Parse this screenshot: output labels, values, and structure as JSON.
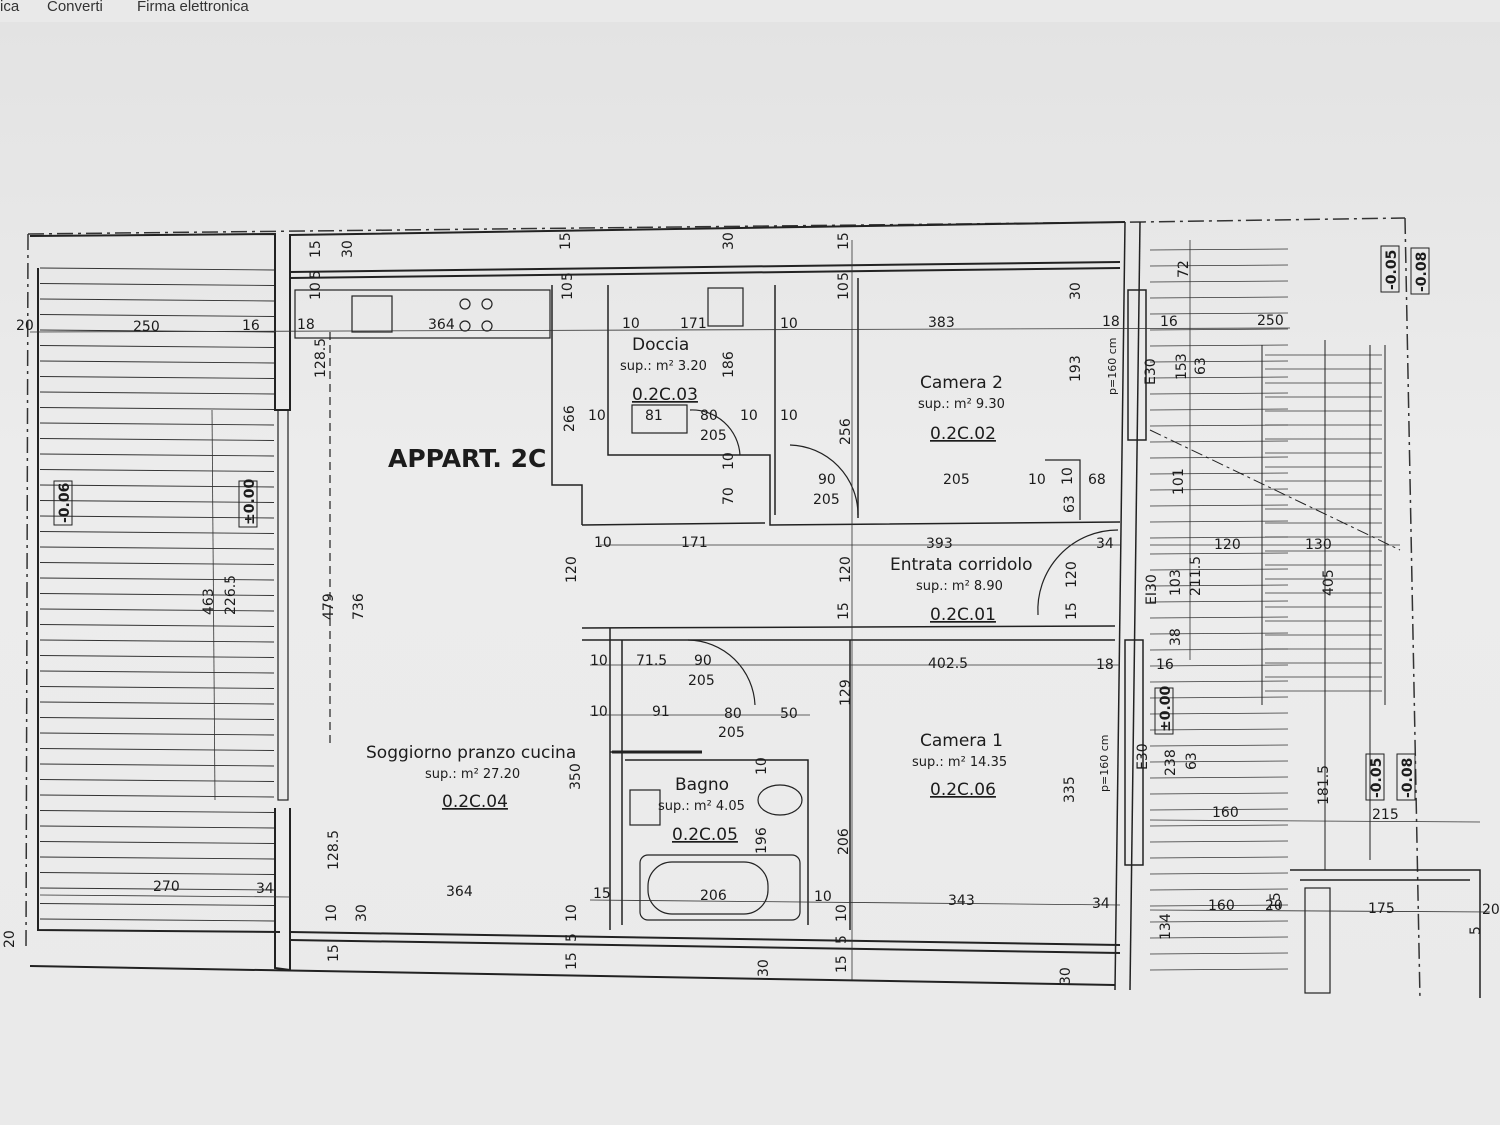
{
  "menubar": {
    "items": [
      "ica",
      "Converti",
      "Firma elettronica"
    ]
  },
  "plan": {
    "apartment_label": "APPART. 2C",
    "rooms": [
      {
        "id": "doccia",
        "name": "Doccia",
        "area": "sup.: m² 3.20",
        "code": "0.2C.03"
      },
      {
        "id": "camera2",
        "name": "Camera 2",
        "area": "sup.: m² 9.30",
        "code": "0.2C.02"
      },
      {
        "id": "entrata",
        "name": "Entrata corridolo",
        "area": "sup.: m² 8.90",
        "code": "0.2C.01"
      },
      {
        "id": "soggiorno",
        "name": "Soggiorno pranzo cucina",
        "area": "sup.: m² 27.20",
        "code": "0.2C.04"
      },
      {
        "id": "bagno",
        "name": "Bagno",
        "area": "sup.: m² 4.05",
        "code": "0.2C.05"
      },
      {
        "id": "camera1",
        "name": "Camera 1",
        "area": "sup.: m² 14.35",
        "code": "0.2C.06"
      }
    ],
    "levels": [
      "-0.06",
      "±0.00",
      "±0.00",
      "-0.05",
      "-0.08",
      "-0.05",
      "-0.08"
    ],
    "fire_doors": [
      "E30",
      "EI30",
      "E30"
    ],
    "window_notes": [
      "p=160 cm",
      "p=160 cm"
    ],
    "dims": {
      "top": [
        "20",
        "250",
        "16",
        "18",
        "364",
        "10",
        "171",
        "10",
        "383",
        "18",
        "16",
        "250"
      ],
      "vert_top": [
        "15",
        "30",
        "15",
        "30",
        "15",
        "10",
        "5",
        "10",
        "5",
        "10",
        "5",
        "30",
        "72",
        "153",
        "63",
        "193"
      ],
      "mid": [
        "128.5",
        "266",
        "10",
        "81",
        "80",
        "10",
        "10",
        "205",
        "186",
        "256",
        "10",
        "70",
        "90",
        "205",
        "205",
        "10",
        "10",
        "68",
        "63",
        "101",
        "10",
        "171",
        "393",
        "34",
        "120",
        "130",
        "120",
        "120",
        "120",
        "15",
        "15",
        "103",
        "211.5",
        "405",
        "10",
        "71.5",
        "90",
        "205",
        "402.5",
        "18",
        "16",
        "38",
        "10",
        "91",
        "80",
        "50",
        "205",
        "129",
        "350",
        "10",
        "196",
        "206",
        "335",
        "238",
        "63",
        "181.5",
        "160",
        "215",
        "463",
        "226.5",
        "479",
        "736",
        "128.5"
      ],
      "bottom": [
        "270",
        "34",
        "364",
        "15",
        "206",
        "10",
        "343",
        "34",
        "160",
        "20",
        "175",
        "20",
        "10",
        "30",
        "15",
        "10",
        "5",
        "15",
        "30",
        "10",
        "5",
        "15",
        "30",
        "134",
        "20",
        "15",
        "5"
      ]
    }
  }
}
